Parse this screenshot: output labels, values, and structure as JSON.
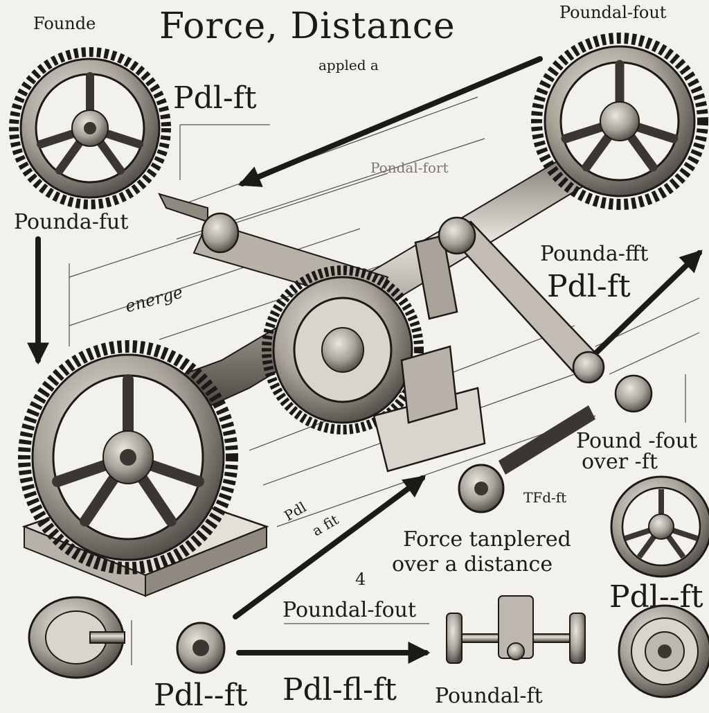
{
  "labels": {
    "title": "Force, Distance",
    "top_left": "Founde",
    "top_right": "Poundal-fout",
    "applied": "appled a",
    "pdl_ft_top": "Pdl-ft",
    "poundal_fort_center": "Pondal-fort",
    "pounda_fut_left": "Pounda-fut",
    "energe": "energe",
    "pounda_fft_right": "Pounda-fft",
    "pdl_ft_right": "Pdl-ft",
    "pound_fout": "Pound -fout",
    "over_ft": "over -ft",
    "pdl_small": "Pdl",
    "a_fit": "a fit",
    "tfd_ft": "TFd-ft",
    "force_transfered": "Force tanplered",
    "over_a_distance": "over a distance",
    "four": "4",
    "poundal_fout_bottom": "Poundal-fout",
    "pdl_ft_far_right": "Pdl--ft",
    "pdl_ft_bottom_left": "Pdl--ft",
    "pdl_fl_ft": "Pdl-fl-ft",
    "poundal_ft_bottom": "Poundal-ft"
  },
  "colors": {
    "ink": "#1c1a17",
    "metal_light": "#cfcac2",
    "metal_mid": "#9d978d",
    "metal_dark": "#4a4640",
    "paper": "#f3f1ec"
  }
}
